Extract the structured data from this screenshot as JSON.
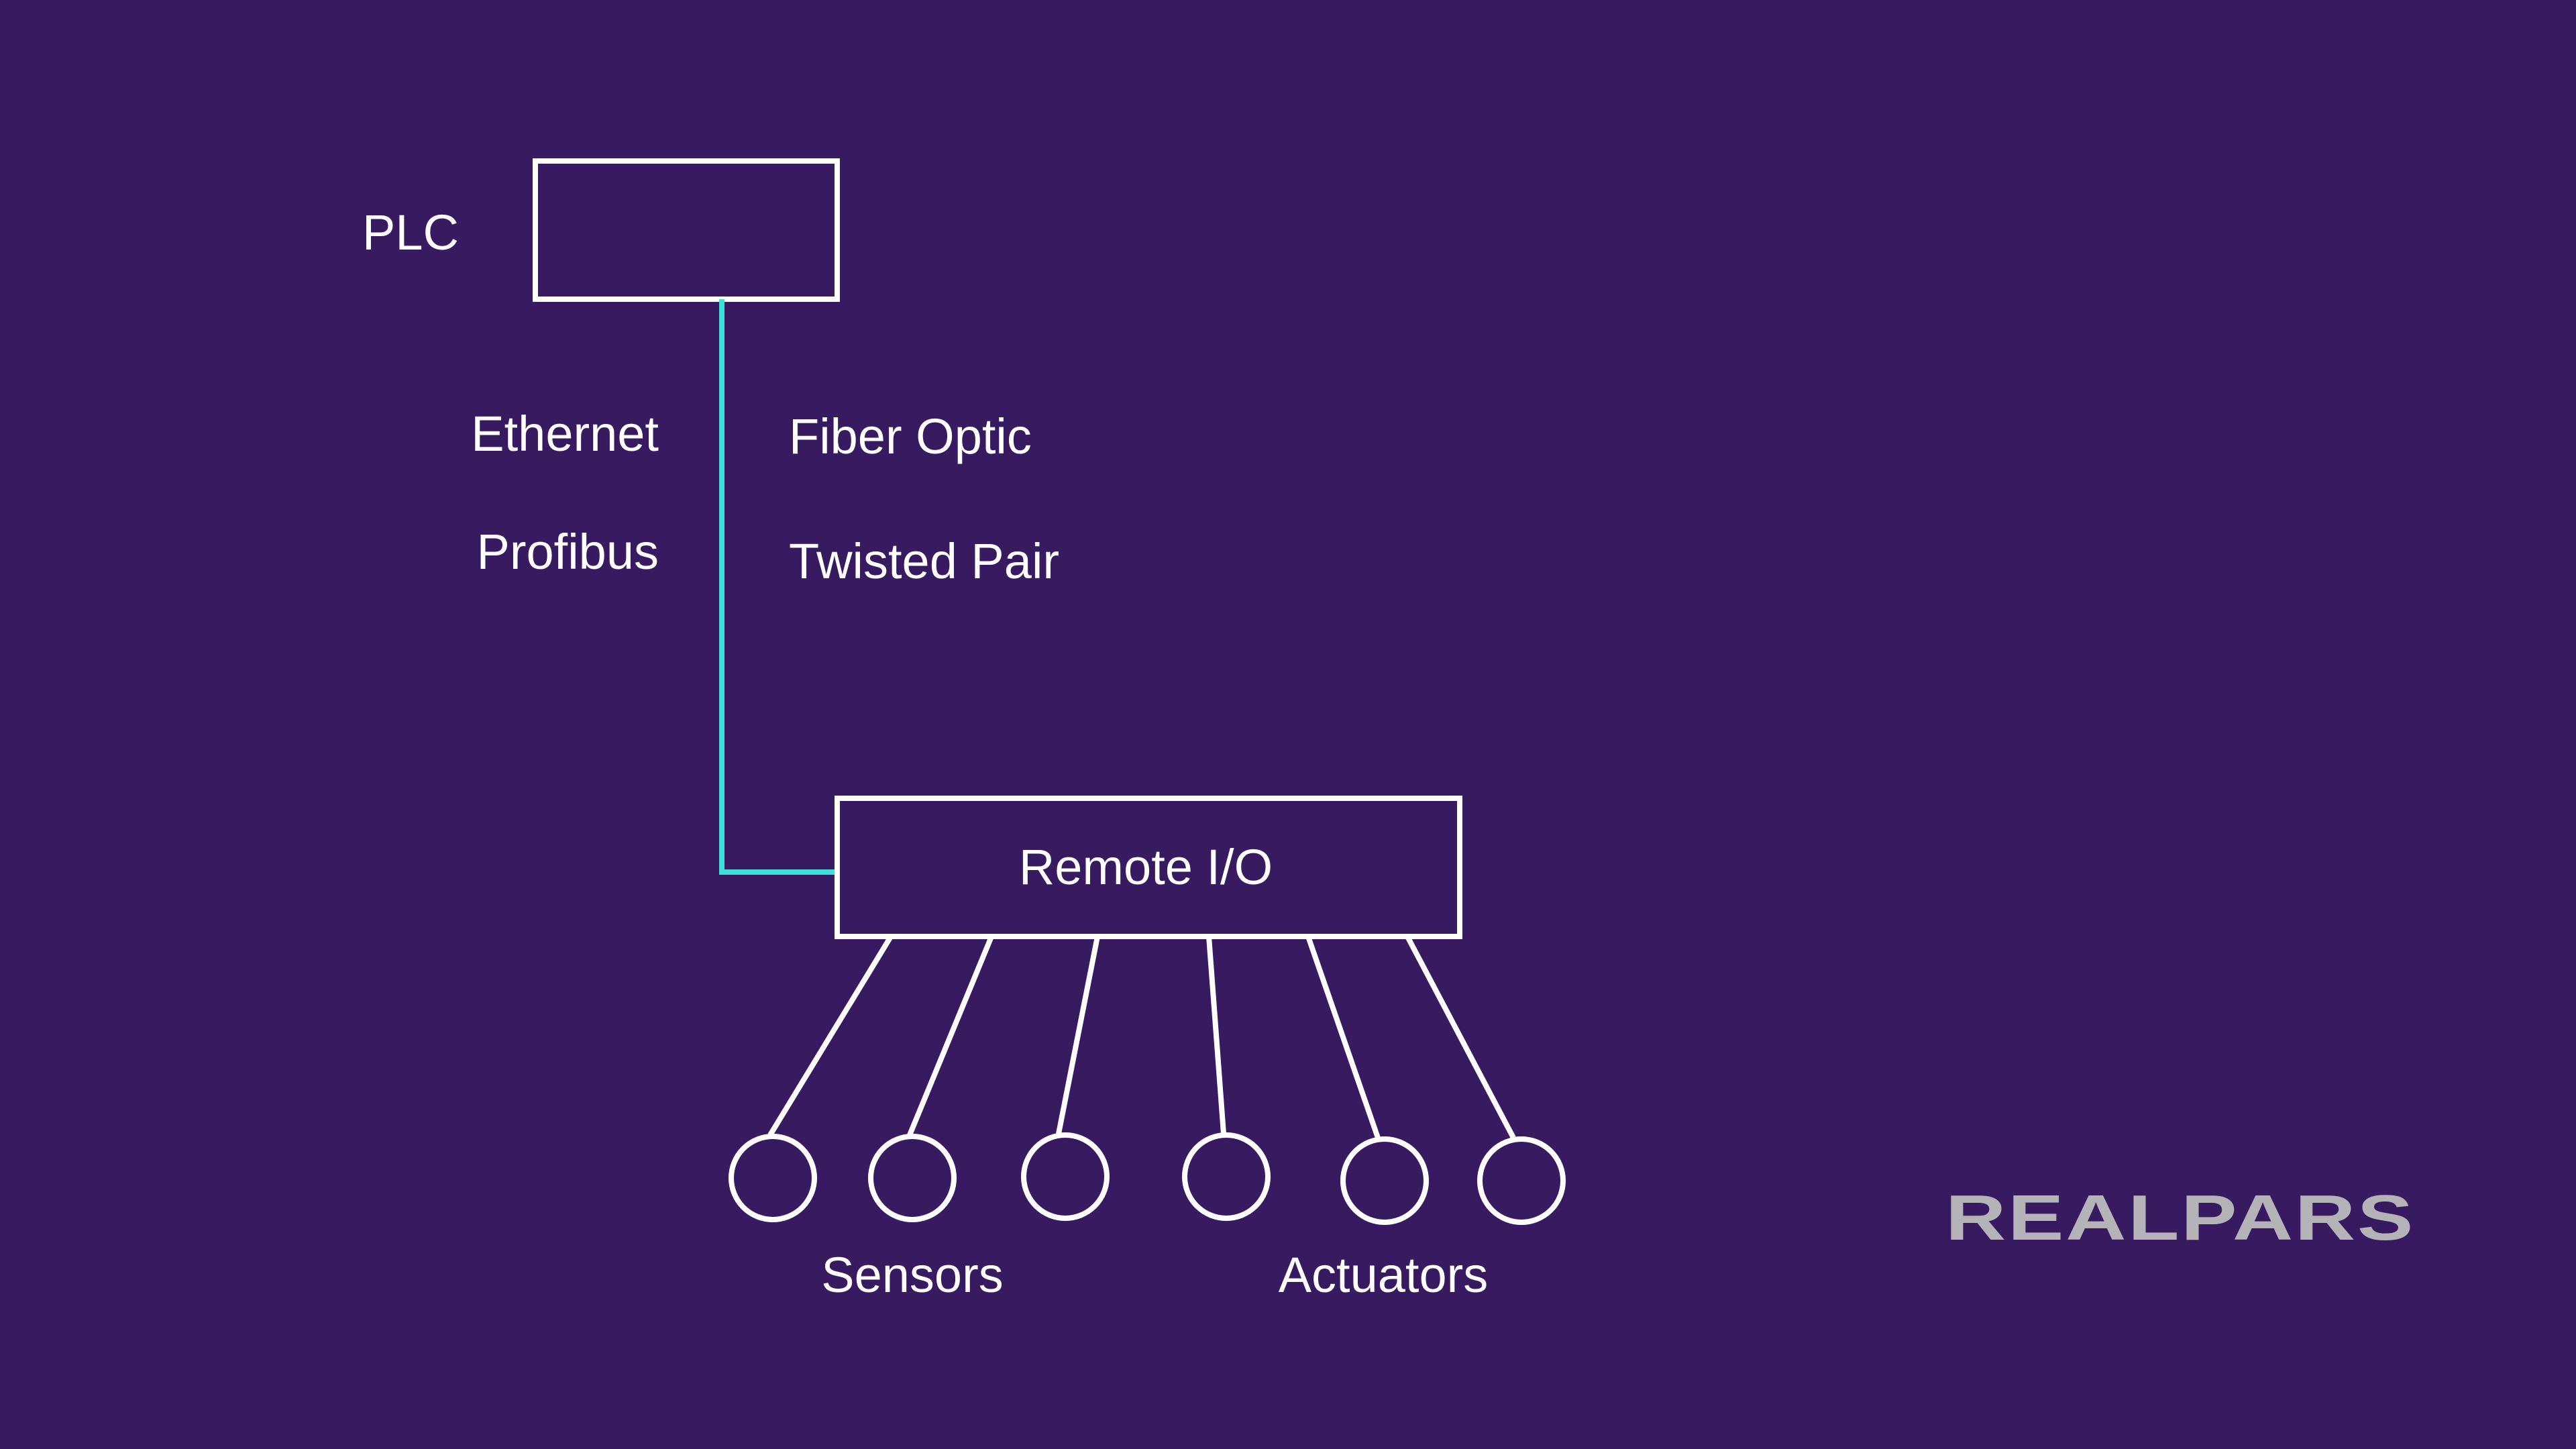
{
  "colors": {
    "background": "#371a60",
    "stroke": "#ffffff",
    "link": "#3de0d6",
    "logo": "#b3b3b8"
  },
  "plc": {
    "label": "PLC"
  },
  "network": {
    "options_left": [
      "Ethernet",
      "Profibus"
    ],
    "options_right": [
      "Fiber Optic",
      "Twisted Pair"
    ]
  },
  "remote_io": {
    "label": "Remote I/O"
  },
  "devices": {
    "sensors_label": "Sensors",
    "actuators_label": "Actuators",
    "sensor_count": 3,
    "actuator_count": 3
  },
  "brand": {
    "logo_text": "REALPARS"
  }
}
